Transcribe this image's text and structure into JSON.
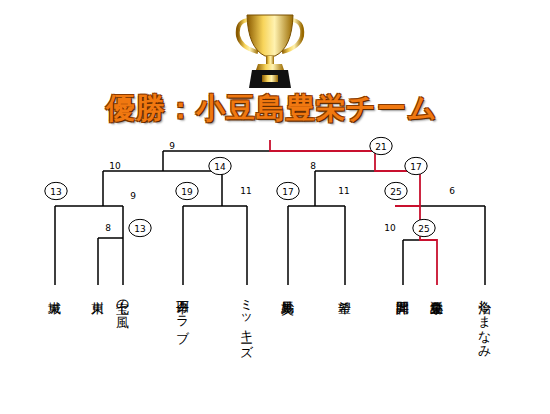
{
  "diagram": {
    "title": "優勝：小豆島豊栄チーム",
    "nodes": [
      {
        "text": [
          "21"
        ]
      },
      {
        "text": [
          "14"
        ]
      },
      {
        "text": [
          "17"
        ]
      },
      {
        "text": [
          "13"
        ]
      },
      {
        "text": [
          "19"
        ]
      },
      {
        "text": [
          "17"
        ]
      },
      {
        "text": [
          "25"
        ]
      },
      {
        "text": [
          "13"
        ]
      },
      {
        "text": [
          "25"
        ]
      }
    ],
    "labels": [
      "9",
      "10",
      "8",
      "9",
      "11",
      "11",
      "6",
      "8",
      "10",
      "城東",
      "川東",
      "七宝の風",
      "四万十クラブ",
      "ミッキーズ",
      "美馬妙見",
      "希望",
      "詫間田井",
      "小豆島豊栄",
      "今治しまなみ"
    ]
  }
}
